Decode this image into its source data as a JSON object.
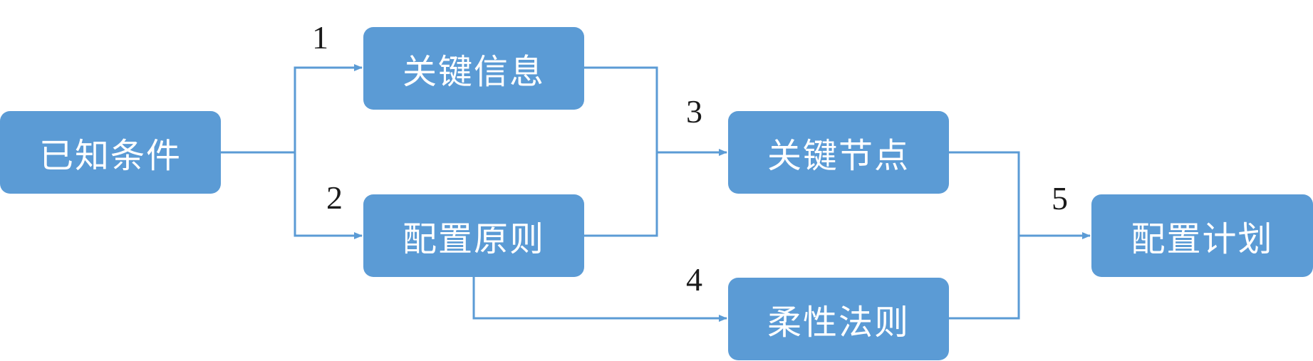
{
  "colors": {
    "node_fill": "#5b9bd5",
    "node_text": "#ffffff",
    "connector": "#5b9bd5",
    "step_label": "#1a1a1a"
  },
  "nodes": {
    "known_conditions": "已知条件",
    "key_information": "关键信息",
    "configuration_principles": "配置原则",
    "key_nodes": "关键节点",
    "flexible_rules": "柔性法则",
    "configuration_plan": "配置计划"
  },
  "steps": {
    "s1": "1",
    "s2": "2",
    "s3": "3",
    "s4": "4",
    "s5": "5"
  }
}
